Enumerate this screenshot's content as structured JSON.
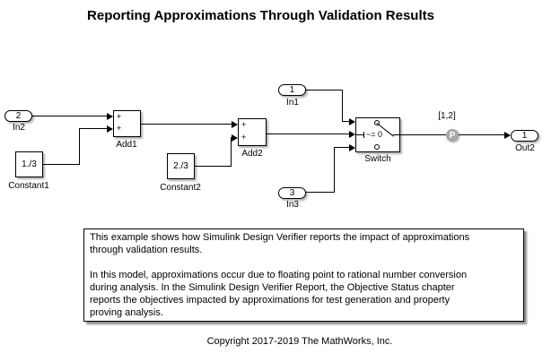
{
  "title": "Reporting Approximations Through Validation Results",
  "copyright": "Copyright 2017-2019 The MathWorks, Inc.",
  "annotation": {
    "text": "This example shows how Simulink Design Verifier reports the impact of approximations\nthrough validation results.\n\nIn this model, approximations occur due to floating point to rational number conversion\nduring analysis. In the Simulink Design Verifier Report, the Objective Status chapter\nreports the objectives impacted by approximations for test generation and property\nproving analysis."
  },
  "blocks": {
    "in1": {
      "port": "1",
      "label": "In1"
    },
    "in2": {
      "port": "2",
      "label": "In2"
    },
    "in3": {
      "port": "3",
      "label": "In3"
    },
    "out2": {
      "port": "1",
      "label": "Out2"
    },
    "constant1": {
      "value": "1./3",
      "label": "Constant1"
    },
    "constant2": {
      "value": "2./3",
      "label": "Constant2"
    },
    "add1": {
      "label": "Add1",
      "input_signs": [
        "+",
        "+"
      ]
    },
    "add2": {
      "label": "Add2",
      "input_signs": [
        "+",
        "+"
      ]
    },
    "switch": {
      "label": "Switch",
      "criteria": "~= 0"
    },
    "proof_objective": {
      "letter": "P",
      "values_label": "[1,2]",
      "fill": "#a6a6a6"
    }
  }
}
